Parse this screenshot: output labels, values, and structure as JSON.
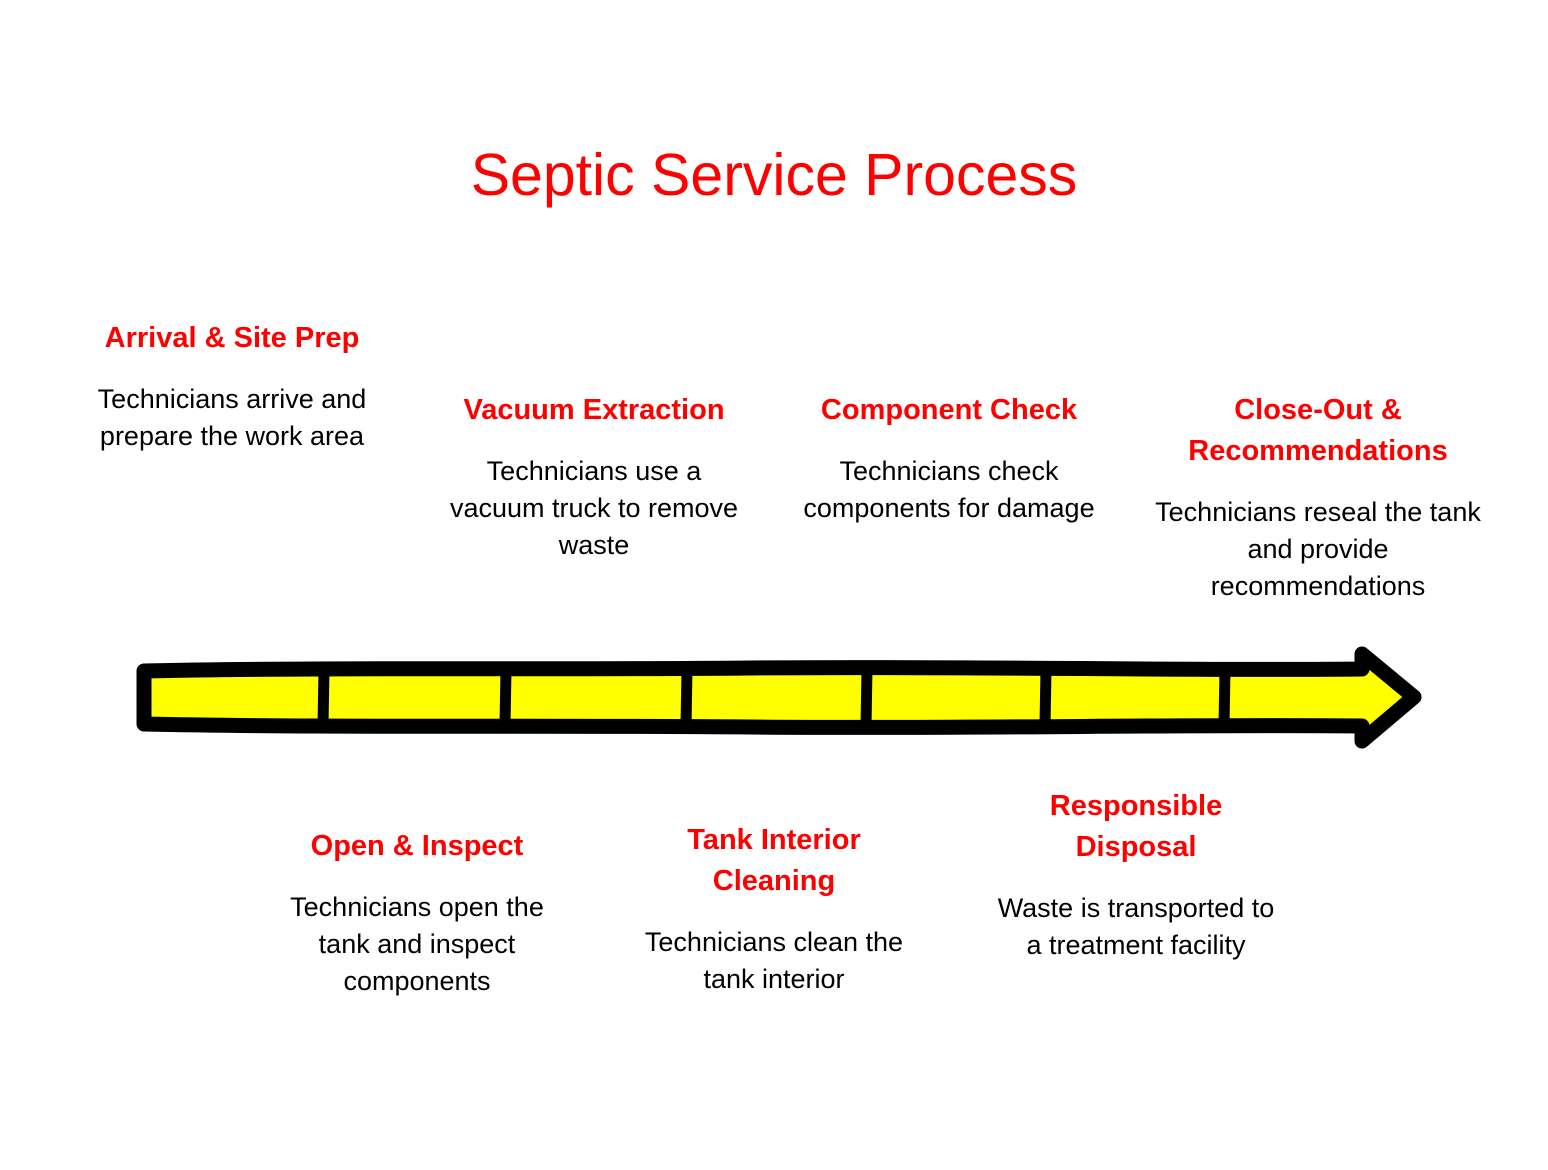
{
  "title": "Septic Service Process",
  "colors": {
    "title": "#ff0000",
    "milestone_title": "#ff0000",
    "milestone_text": "#000000",
    "arrow_fill": "#ffff00",
    "arrow_stroke": "#000000",
    "background": "#ffffff"
  },
  "chart_data": {
    "type": "timeline",
    "title": "Septic Service Process",
    "orientation": "horizontal",
    "segment_count": 7,
    "arrow_direction": "right",
    "milestones": [
      {
        "index": 1,
        "position": "above",
        "title": "Arrival & Site Prep",
        "description": "Technicians arrive and prepare the work area"
      },
      {
        "index": 2,
        "position": "below",
        "title": "Open & Inspect",
        "description": "Technicians open the tank and inspect components"
      },
      {
        "index": 3,
        "position": "above",
        "title": "Vacuum Extraction",
        "description": "Technicians use a vacuum truck to remove waste"
      },
      {
        "index": 4,
        "position": "below",
        "title": "Tank Interior Cleaning",
        "description": "Technicians clean the tank interior"
      },
      {
        "index": 5,
        "position": "above",
        "title": "Component Check",
        "description": "Technicians check components for damage"
      },
      {
        "index": 6,
        "position": "below",
        "title": "Responsible Disposal",
        "description": "Waste is transported to a treatment facility"
      },
      {
        "index": 7,
        "position": "above",
        "title": "Close-Out & Recommendations",
        "description": "Technicians reseal the tank and provide recommendations"
      }
    ]
  },
  "arrow": {
    "icon": "right-arrow-timeline-bar",
    "segment_dividers": [
      323,
      505,
      686,
      866,
      1045,
      1224
    ]
  }
}
